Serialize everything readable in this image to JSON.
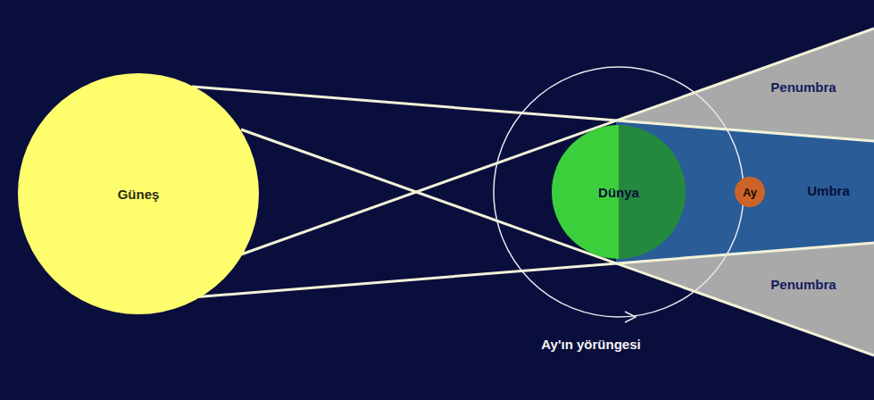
{
  "diagram": {
    "nodes": [
      {
        "text": [
          "Güneş"
        ]
      },
      {
        "text": [
          "Dünya"
        ]
      },
      {
        "text": [
          "Ay"
        ]
      }
    ],
    "labels": [
      "Penumbra",
      "Umbra",
      "Penumbra",
      "Ay'ın yörüngesi"
    ]
  }
}
